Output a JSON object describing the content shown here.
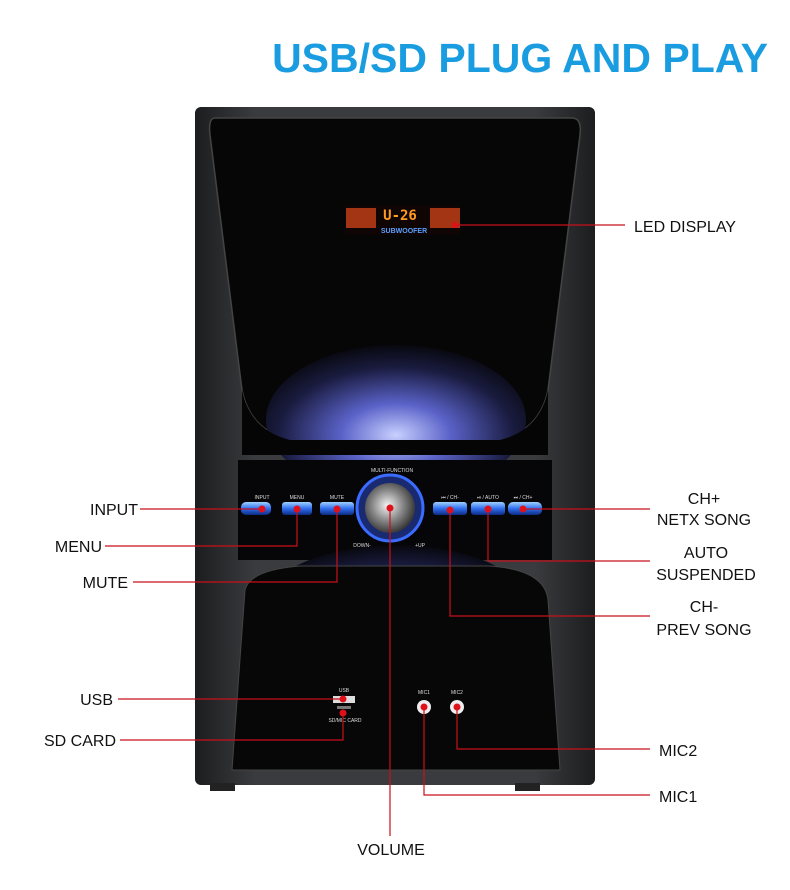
{
  "title": "USB/SD PLUG AND PLAY",
  "colors": {
    "title": "#1a9de0",
    "callout_line": "#c8101a",
    "speaker_body": "#2e2f31",
    "button_glow": "#3a7bff"
  },
  "speaker": {
    "led_text": "U-26",
    "led_sub": "SUBWOOFER",
    "panel_label": "MULTI-FUNCTION",
    "knob_left": "DOWN-",
    "knob_right": "+UP",
    "buttons": [
      "INPUT",
      "MENU",
      "MUTE",
      "⏮ / CH-",
      "⏯ / AUTO",
      "⏭ / CH+"
    ],
    "port_usb": "USB",
    "port_sd": "SD/MIC CARD",
    "port_mic1": "MIC1",
    "port_mic2": "MIC2"
  },
  "callouts": {
    "led_display": "LED DISPLAY",
    "input": "INPUT",
    "menu": "MENU",
    "mute": "MUTE",
    "volume": "VOLUME",
    "ch_plus": [
      "CH+",
      "NETX SONG"
    ],
    "auto": [
      "AUTO",
      "SUSPENDED"
    ],
    "ch_minus": [
      "CH-",
      "PREV SONG"
    ],
    "usb": "USB",
    "sd_card": "SD CARD",
    "mic2": "MIC2",
    "mic1": "MIC1"
  }
}
